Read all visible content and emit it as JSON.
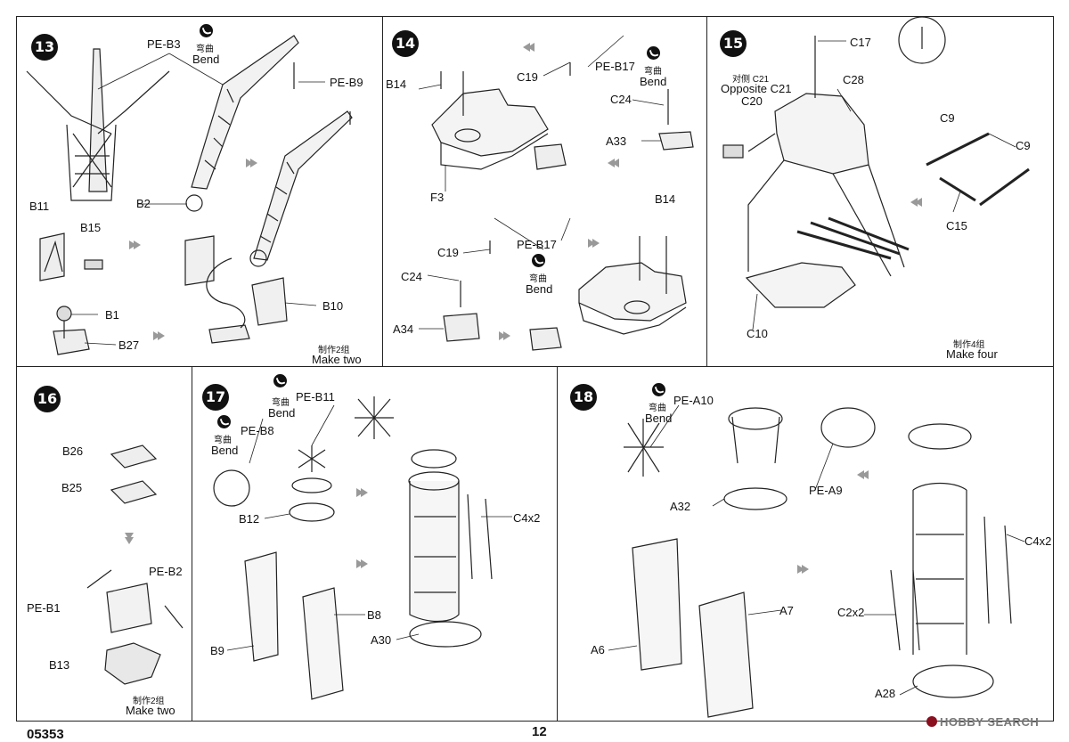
{
  "steps": {
    "s13": {
      "number": "13",
      "labels": {
        "pe_b3": "PE-B3",
        "pe_b9": "PE-B9",
        "b2": "B2",
        "b11": "B11",
        "b15": "B15",
        "b1": "B1",
        "b27": "B27",
        "b10": "B10"
      },
      "bend_cn": "弯曲",
      "bend_en": "Bend",
      "make_cn": "制作2组",
      "make_en": "Make two"
    },
    "s14": {
      "number": "14",
      "labels": {
        "b14_a": "B14",
        "c19_a": "C19",
        "pe_b17_a": "PE-B17",
        "c24_a": "C24",
        "a33": "A33",
        "f3": "F3",
        "b14_b": "B14",
        "c19_b": "C19",
        "pe_b17_b": "PE-B17",
        "c24_b": "C24",
        "a34": "A34"
      },
      "bend_cn": "弯曲",
      "bend_en": "Bend"
    },
    "s15": {
      "number": "15",
      "labels": {
        "c17": "C17",
        "opp_cn": "对侧 C21",
        "opp_en": "Opposite C21",
        "c20": "C20",
        "c28": "C28",
        "c9_a": "C9",
        "c9_b": "C9",
        "c15": "C15",
        "c10": "C10"
      },
      "make_cn": "制作4组",
      "make_en": "Make four"
    },
    "s16": {
      "number": "16",
      "labels": {
        "b26": "B26",
        "b25": "B25",
        "pe_b2": "PE-B2",
        "pe_b1": "PE-B1",
        "b13": "B13"
      },
      "make_cn": "制作2组",
      "make_en": "Make two"
    },
    "s17": {
      "number": "17",
      "labels": {
        "pe_b11": "PE-B11",
        "pe_b8": "PE-B8",
        "b12": "B12",
        "c4x2": "C4x2",
        "b8": "B8",
        "b9": "B9",
        "a30": "A30"
      },
      "bend_cn": "弯曲",
      "bend_en": "Bend"
    },
    "s18": {
      "number": "18",
      "labels": {
        "pe_a10": "PE-A10",
        "pe_a9": "PE-A9",
        "a32": "A32",
        "c4x2": "C4x2",
        "a7": "A7",
        "c2x2": "C2x2",
        "a6": "A6",
        "a28": "A28"
      },
      "bend_cn": "弯曲",
      "bend_en": "Bend"
    }
  },
  "footer": {
    "code": "05353",
    "page": "12",
    "watermark": "HOBBY SEARCH"
  }
}
